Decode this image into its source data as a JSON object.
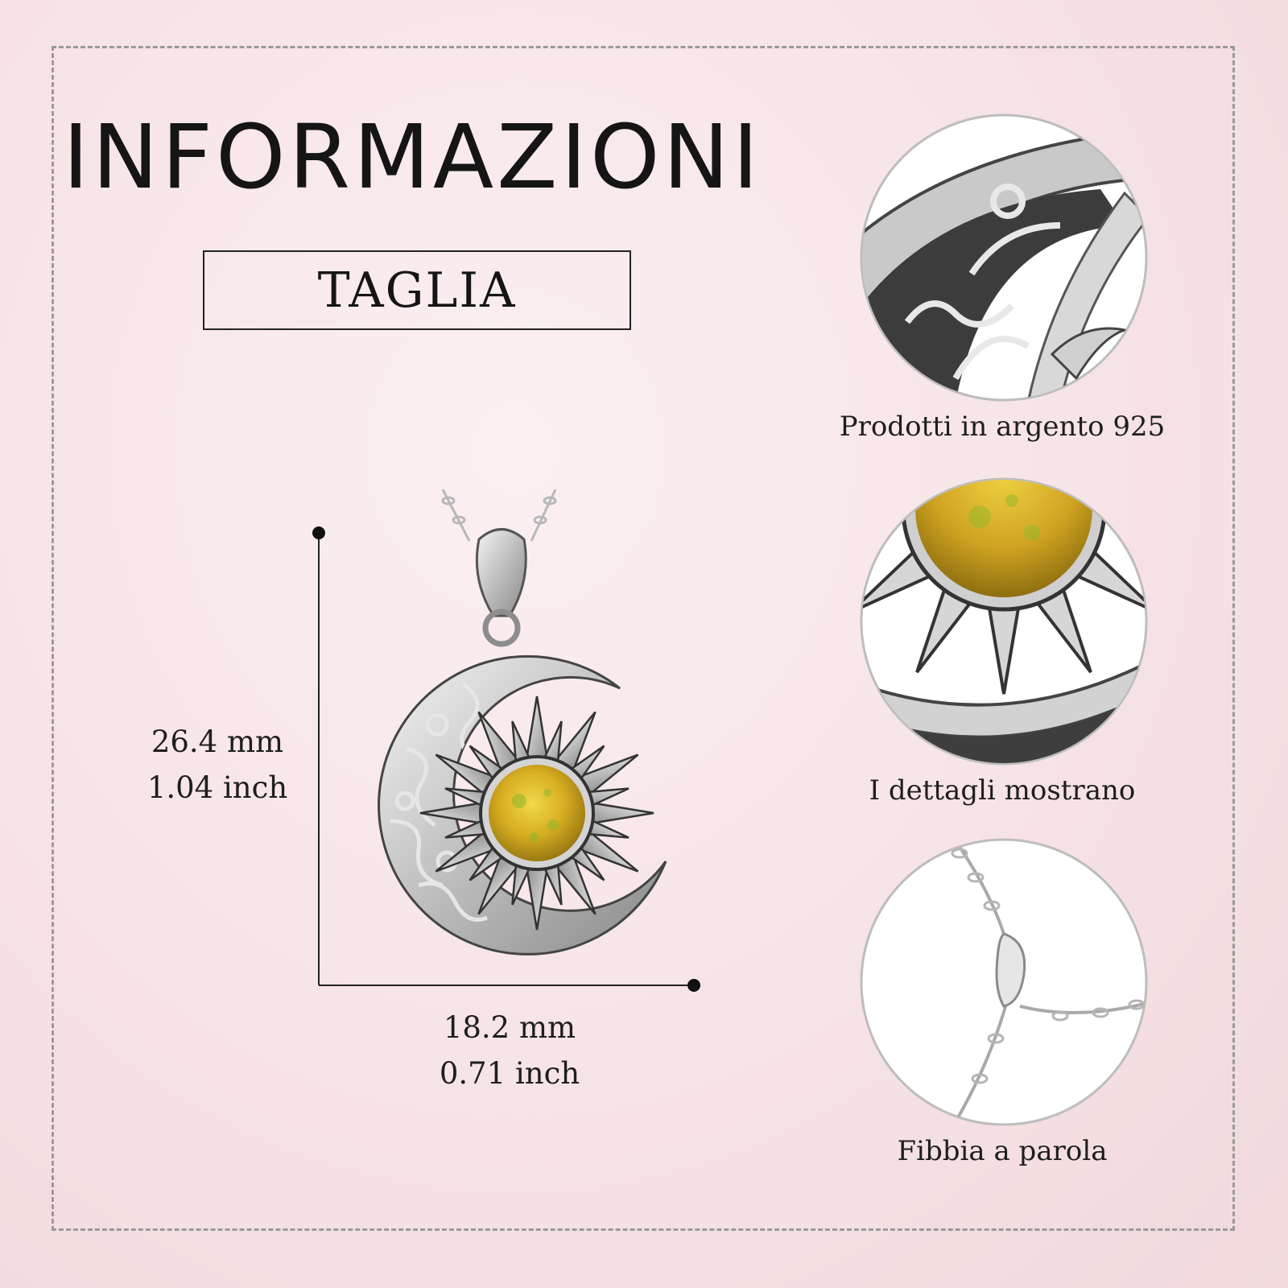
{
  "header": {
    "title": "INFORMAZIONI",
    "size_label": "TAGLIA"
  },
  "dimensions": {
    "height_mm": "26.4 mm",
    "height_inch": "1.04 inch",
    "width_mm": "18.2 mm",
    "width_inch": "0.71 inch"
  },
  "details": [
    {
      "caption": "Prodotti in argento 925"
    },
    {
      "caption": "I dettagli mostrano"
    },
    {
      "caption": "Fibbia a parola"
    }
  ],
  "colors": {
    "background": "#f6e3e5",
    "silver": "#d9d9d9",
    "oxidized": "#3a3a3a",
    "opal": "#d8b325"
  }
}
